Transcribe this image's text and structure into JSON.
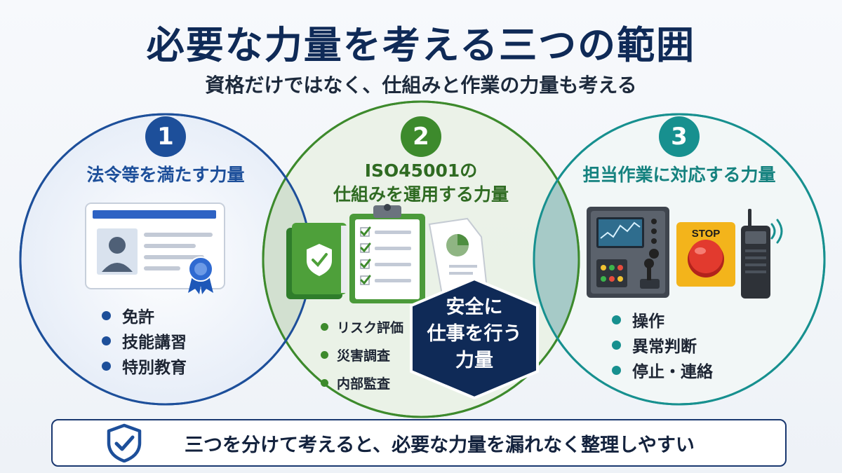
{
  "title": "必要な力量を考える三つの範囲",
  "subtitle": "資格だけではなく、仕組みと作業の力量も考える",
  "colors": {
    "navy": "#0f2a57",
    "blue": "#1d4f9a",
    "green": "#3d8a2c",
    "teal": "#17908f"
  },
  "circles": [
    {
      "number": "1",
      "heading": "法令等を満たす力量",
      "icon": "license-card-icon",
      "bullets": [
        "免許",
        "技能講習",
        "特別教育"
      ]
    },
    {
      "number": "2",
      "heading_line1": "ISO45001の",
      "heading_line2": "仕組みを運用する力量",
      "icon": "manual-checklist-report-icon",
      "bullets": [
        "リスク評価",
        "災害調査",
        "内部監査"
      ]
    },
    {
      "number": "3",
      "heading": "担当作業に対応する力量",
      "icon": "control-panel-stop-radio-icon",
      "stop_label": "STOP",
      "bullets": [
        "操作",
        "異常判断",
        "停止・連絡"
      ]
    }
  ],
  "center": {
    "line1": "安全に",
    "line2": "仕事を行う",
    "line3": "力量"
  },
  "footer": {
    "icon": "shield-check-icon",
    "text": "三つを分けて考えると、必要な力量を漏れなく整理しやすい"
  }
}
